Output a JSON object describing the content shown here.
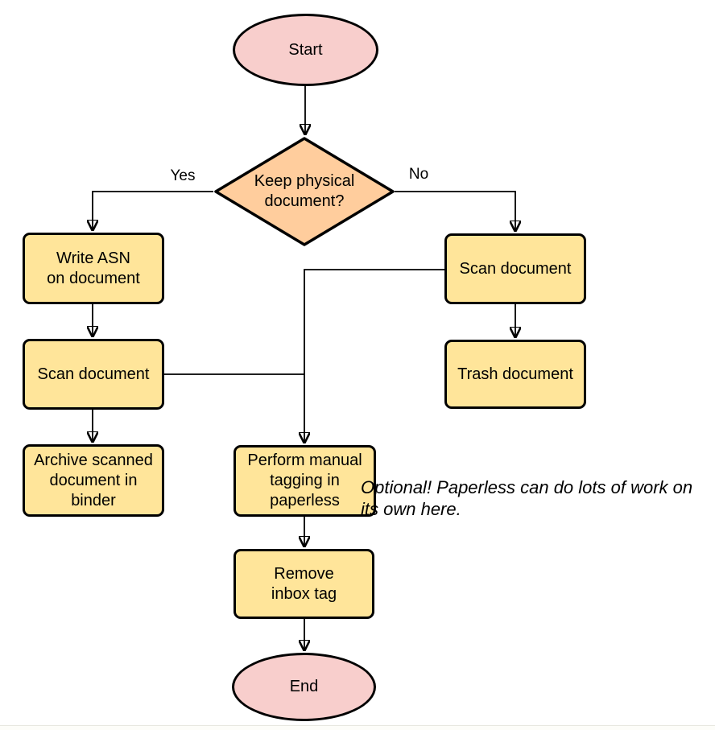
{
  "diagram": {
    "colors": {
      "terminal_fill": "#f8cecc",
      "decision_fill": "#ffcd9d",
      "process_fill": "#ffe59a",
      "stroke": "#000000"
    },
    "nodes": {
      "start": {
        "label": "Start",
        "type": "terminal"
      },
      "decision": {
        "label": "Keep physical\ndocument?",
        "type": "decision"
      },
      "write_asn": {
        "label": "Write ASN\non document",
        "type": "process"
      },
      "scan_left": {
        "label": "Scan document",
        "type": "process"
      },
      "archive": {
        "label": "Archive scanned\ndocument in\nbinder",
        "type": "process"
      },
      "scan_right": {
        "label": "Scan document",
        "type": "process"
      },
      "trash": {
        "label": "Trash document",
        "type": "process"
      },
      "perform_tagging": {
        "label": "Perform manual\ntagging in\npaperless",
        "type": "process"
      },
      "remove_inbox_tag": {
        "label": "Remove\ninbox tag",
        "type": "process"
      },
      "end": {
        "label": "End",
        "type": "terminal"
      }
    },
    "edge_labels": {
      "yes": "Yes",
      "no": "No"
    },
    "note": "Optional! Paperless can do lots of work on\nits own here."
  }
}
